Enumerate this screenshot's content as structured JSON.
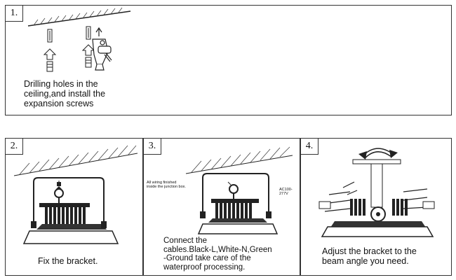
{
  "steps": [
    {
      "number": "1.",
      "caption": "Drilling holes in the\nceiling,and install the\nexpansion screws"
    },
    {
      "number": "2.",
      "caption": "Fix the bracket."
    },
    {
      "number": "3.",
      "caption": "Connect the\ncables.Black-L,White-N,Green\n-Ground take care of the\nwaterproof processing.",
      "note_wiring": "All wiring finished\ninside the junction box.",
      "note_voltage": "AC100-277V"
    },
    {
      "number": "4.",
      "caption": "Adjust the bracket to the\nbeam angle you need."
    }
  ]
}
